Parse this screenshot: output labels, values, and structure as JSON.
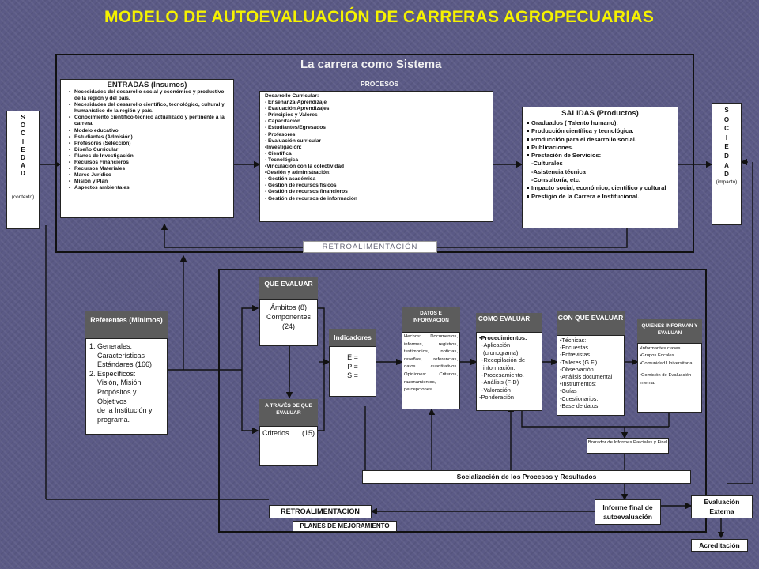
{
  "title": "MODELO DE AUTOEVALUACIÓN DE CARRERAS AGROPECUARIAS",
  "system_title": "La carrera como Sistema",
  "sociedad_left": {
    "letters": [
      "S",
      "O",
      "C",
      "I",
      "E",
      "D",
      "A",
      "D"
    ],
    "note": "(contexto)"
  },
  "sociedad_right": {
    "letters": [
      "S",
      "O",
      "C",
      "I",
      "E",
      "D",
      "A",
      "D"
    ],
    "note": "(impacto)"
  },
  "entradas": {
    "title": "ENTRADAS (Insumos)",
    "items": [
      "Necesidades del desarrollo social y económico y productivo de la región y del país.",
      "Necesidades del desarrollo científico, tecnológico, cultural y humanístico de la región y país.",
      "Conocimiento científico-técnico actualizado y pertinente a la carrera.",
      "Modelo educativo",
      "Estudiantes (Admisión)",
      "Profesores (Selección)",
      "Diseño Curricular",
      "Planes de Investigación",
      "Recursos Financieros",
      "Recursos Materiales",
      "Marco Jurídico",
      "Misión y Plan",
      "Aspectos ambientales"
    ]
  },
  "procesos": {
    "title": "PROCESOS",
    "lines": [
      "Desarrollo Curricular:",
      "- Enseñanza-Aprendizaje",
      "- Evaluación Aprendizajes",
      "- Principios y Valores",
      "- Capacitación",
      "- Estudiantes/Egresados",
      "- Profesores",
      "- Evaluación curricular",
      "•Investigación:",
      "- Científica",
      "- Tecnológica",
      "•Vinculación con la colectividad",
      "•Gestión y administración:",
      "- Gestión académica",
      "- Gestión de recursos físicos",
      "- Gestión de recursos financieros",
      "- Gestión de recursos de información"
    ]
  },
  "salidas": {
    "title": "SALIDAS (Productos)",
    "lines": [
      "Graduados ( Talento humano).",
      "Producción científica y tecnológica.",
      "Producción para el desarrollo social.",
      "Publicaciones.",
      "Prestación de Servicios:",
      "-Culturales",
      "-Asistencia técnica",
      "-Consultoría, etc.",
      "Impacto social, económico, científico y cultural",
      "Prestigio de la Carrera e Institucional."
    ]
  },
  "retro_top": "RETROALIMENTACIÓN",
  "referentes": {
    "title": "Referentes (Mínimos)",
    "lines": [
      "1. Generales:",
      "Características",
      "Estándares (166)",
      "2. Específicos:",
      "Visión, Misión",
      "Propósitos y Objetivos",
      "de la Institución y",
      "programa."
    ]
  },
  "que_evaluar": {
    "title": "QUE EVALUAR",
    "lines": [
      "Ámbitos (8)",
      "Componentes",
      "(24)"
    ]
  },
  "a_traves": {
    "title": "A TRAVÉS DE QUE EVALUAR",
    "label": "Criterios",
    "value": "(15)"
  },
  "indicadores": {
    "title": "Indicadores",
    "lines": [
      "E =",
      "P =",
      "S ="
    ]
  },
  "datos": {
    "title": "DATOS E INFORMACION",
    "text": "Hechos: Documentos, informes, registros, testimonios, noticias, reseñas, referencias, datos cuantitativos. Opiniones: Criterios, razonamientos, percepciones"
  },
  "como_evaluar": {
    "title": "COMO EVALUAR",
    "lines": [
      "•Procedimientos:",
      "-Aplicación",
      "(cronograma)",
      "-Recopilación de",
      "información.",
      "-Procesamiento.",
      "-Análisis (F-D)",
      "-Valoración",
      "-Ponderación"
    ]
  },
  "con_que": {
    "title": "CON QUE EVALUAR",
    "lines": [
      "•Técnicas:",
      "-Encuestas",
      "-Entrevistas",
      "-Talleres (G.F.)",
      "-Observación",
      "-Análisis documental",
      "•Instrumentos:",
      "-Guías",
      "-Cuestionarios.",
      "-Base de datos"
    ]
  },
  "quienes": {
    "title": "QUIENES INFORMAN Y EVALUAN",
    "lines": [
      "•Informantes claves",
      "•Grupos Focales",
      "•Comunidad Universitaria",
      "•Comisión de Evaluación interna."
    ]
  },
  "borrador": "Borrador de Informes Parciales y Final",
  "socializacion": "Socialización de los Procesos y Resultados",
  "retro_bottom": "RETROALIMENTACION",
  "planes": "PLANES DE MEJORAMIENTO",
  "informe_final": "Informe final de autoevaluación",
  "evaluacion_externa": "Evaluación Externa",
  "acreditacion": "Acreditación"
}
